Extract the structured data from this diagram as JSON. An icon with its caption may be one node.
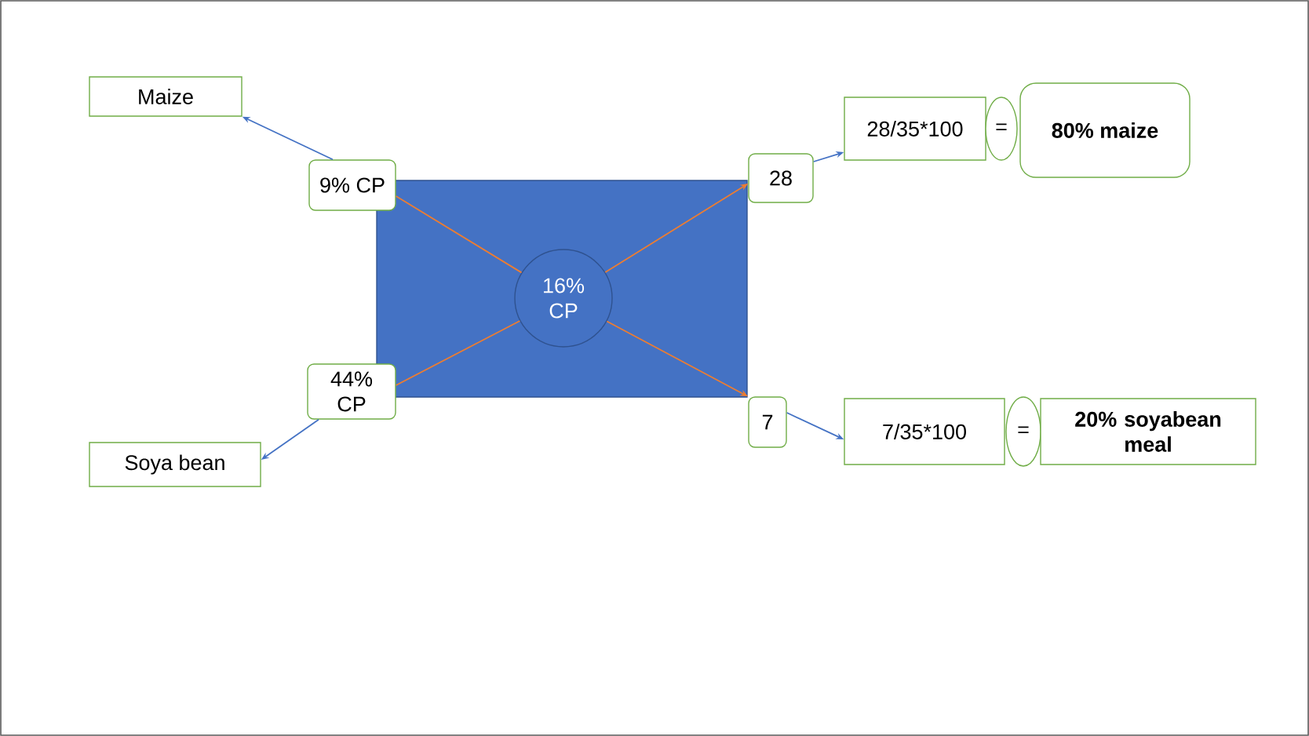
{
  "diagram": {
    "nodes": [
      {
        "text": [
          "Maize"
        ]
      },
      {
        "text": [
          "9% CP"
        ]
      },
      {
        "text": [],
        "shape": "box"
      },
      {
        "text": [
          "16% CP"
        ],
        "in": 2
      },
      {
        "text": [
          "44% CP"
        ]
      },
      {
        "text": [
          "Soya bean"
        ]
      },
      {
        "text": [
          "28"
        ]
      },
      {
        "text": [
          "28/35*100"
        ]
      },
      {
        "text": [
          "="
        ]
      },
      {
        "text": [
          "80% maize"
        ]
      },
      {
        "text": [
          "7"
        ]
      },
      {
        "text": [
          "7/35*100"
        ]
      },
      {
        "text": [
          "="
        ]
      },
      {
        "text": [
          "20% soyabean meal"
        ]
      }
    ],
    "edges": [
      {
        "from": 1,
        "to": 0,
        "arrow": "to"
      },
      {
        "from": 4,
        "to": 5,
        "arrow": "to"
      },
      {
        "from": 6,
        "to": 7,
        "arrow": "to"
      },
      {
        "from": 10,
        "to": 11,
        "arrow": "to"
      },
      {
        "from": 1,
        "to": 3,
        "arrow": "none",
        "color": "#ed7d31"
      },
      {
        "from": 3,
        "to": 10,
        "arrow": "to",
        "color": "#ed7d31"
      },
      {
        "from": 4,
        "to": 3,
        "arrow": "none",
        "color": "#ed7d31"
      },
      {
        "from": 3,
        "to": 6,
        "arrow": "to",
        "color": "#ed7d31"
      }
    ]
  }
}
